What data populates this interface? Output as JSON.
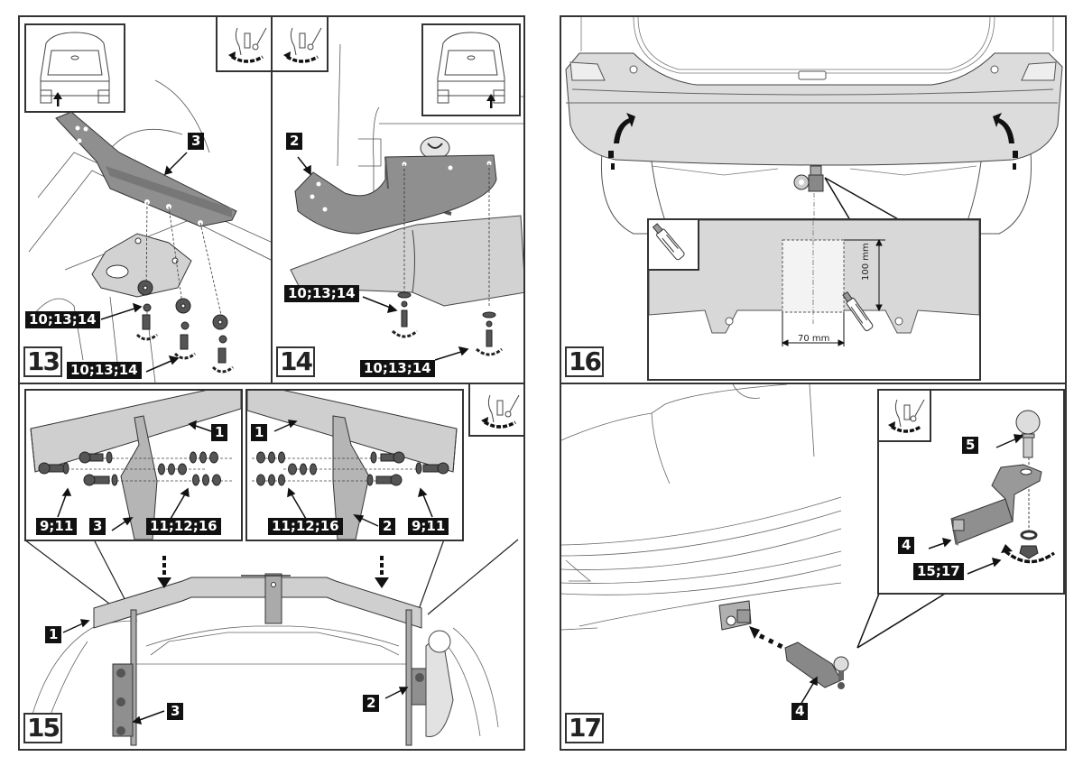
{
  "steps": {
    "s13": {
      "number": "13",
      "callouts": {
        "part": "3",
        "hardware_a": "10;13;14",
        "hardware_b": "10;13;14"
      },
      "inset": "rear-car-view-left-arrow",
      "tool_icon": "torque-wrench-icon"
    },
    "s14": {
      "number": "14",
      "callouts": {
        "part": "2",
        "hardware_a": "10;13;14",
        "hardware_b": "10;13;14"
      },
      "inset": "rear-car-view-right-arrow",
      "tool_icon": "torque-wrench-icon"
    },
    "s15": {
      "number": "15",
      "left_detail": {
        "beam": "1",
        "bracket": "3",
        "bolts": "9;11",
        "nuts": "11;12;16"
      },
      "right_detail": {
        "beam": "1",
        "bracket": "2",
        "bolts": "9;11",
        "nuts": "11;12;16"
      },
      "overview": {
        "beam": "1",
        "left_bracket": "3",
        "right_bracket": "2"
      },
      "tool_icon": "torque-wrench-icon"
    },
    "s16": {
      "number": "16",
      "cutout_width": "70 mm",
      "cutout_height": "100 mm",
      "tool_icon": "utility-knife-icon"
    },
    "s17": {
      "number": "17",
      "callouts": {
        "ball": "5",
        "ball_mount": "4",
        "hardware": "15;17",
        "ball_mount_overview": "4"
      },
      "tool_icon": "torque-wrench-icon"
    }
  }
}
